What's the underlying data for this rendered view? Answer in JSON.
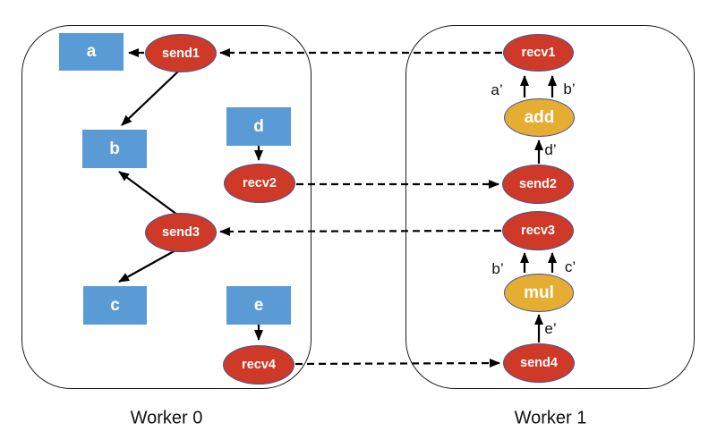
{
  "workers": [
    {
      "label": "Worker 0",
      "nodes": [
        {
          "id": "a",
          "label": "a",
          "shape": "rect",
          "color": "#5B9BD5"
        },
        {
          "id": "send1",
          "label": "send1",
          "shape": "ellipse",
          "color": "#CE3A27"
        },
        {
          "id": "b",
          "label": "b",
          "shape": "rect",
          "color": "#5B9BD5"
        },
        {
          "id": "d",
          "label": "d",
          "shape": "rect",
          "color": "#5B9BD5"
        },
        {
          "id": "recv2",
          "label": "recv2",
          "shape": "ellipse",
          "color": "#CE3A27"
        },
        {
          "id": "send3",
          "label": "send3",
          "shape": "ellipse",
          "color": "#CE3A27"
        },
        {
          "id": "c",
          "label": "c",
          "shape": "rect",
          "color": "#5B9BD5"
        },
        {
          "id": "e",
          "label": "e",
          "shape": "rect",
          "color": "#5B9BD5"
        },
        {
          "id": "recv4",
          "label": "recv4",
          "shape": "ellipse",
          "color": "#CE3A27"
        }
      ]
    },
    {
      "label": "Worker 1",
      "nodes": [
        {
          "id": "recv1",
          "label": "recv1",
          "shape": "ellipse",
          "color": "#CE3A27"
        },
        {
          "id": "add",
          "label": "add",
          "shape": "ellipse",
          "color": "#E5AE33"
        },
        {
          "id": "send2",
          "label": "send2",
          "shape": "ellipse",
          "color": "#CE3A27"
        },
        {
          "id": "recv3",
          "label": "recv3",
          "shape": "ellipse",
          "color": "#CE3A27"
        },
        {
          "id": "mul",
          "label": "mul",
          "shape": "ellipse",
          "color": "#E5AE33"
        },
        {
          "id": "send4",
          "label": "send4",
          "shape": "ellipse",
          "color": "#CE3A27"
        }
      ]
    }
  ],
  "edge_labels": [
    {
      "text": "a’",
      "near": "add-to-recv1-left"
    },
    {
      "text": "b’",
      "near": "add-to-recv1-right"
    },
    {
      "text": "d’",
      "near": "send2-to-add"
    },
    {
      "text": "b’",
      "near": "mul-to-recv3-left"
    },
    {
      "text": "c’",
      "near": "mul-to-recv3-right"
    },
    {
      "text": "e’",
      "near": "send4-to-mul"
    }
  ],
  "edges": [
    {
      "from": "send1",
      "to": "a",
      "style": "solid"
    },
    {
      "from": "send1",
      "to": "b",
      "style": "solid"
    },
    {
      "from": "d",
      "to": "recv2",
      "style": "solid"
    },
    {
      "from": "send3",
      "to": "b",
      "style": "solid"
    },
    {
      "from": "send3",
      "to": "c",
      "style": "solid"
    },
    {
      "from": "e",
      "to": "recv4",
      "style": "solid"
    },
    {
      "from": "recv1",
      "to": "send1",
      "style": "dashed"
    },
    {
      "from": "recv2",
      "to": "send2",
      "style": "dashed"
    },
    {
      "from": "recv3",
      "to": "send3",
      "style": "dashed"
    },
    {
      "from": "recv4",
      "to": "send4",
      "style": "dashed"
    },
    {
      "from": "add",
      "to": "recv1",
      "style": "solid",
      "label": "a’"
    },
    {
      "from": "add",
      "to": "recv1",
      "style": "solid",
      "label": "b’"
    },
    {
      "from": "send2",
      "to": "add",
      "style": "solid",
      "label": "d’"
    },
    {
      "from": "mul",
      "to": "recv3",
      "style": "solid",
      "label": "b’"
    },
    {
      "from": "mul",
      "to": "recv3",
      "style": "solid",
      "label": "c’"
    },
    {
      "from": "send4",
      "to": "mul",
      "style": "solid",
      "label": "e’"
    }
  ],
  "colors": {
    "tensor_blue": "#5B9BD5",
    "op_red": "#CE3A27",
    "op_gold": "#E5AE33",
    "ellipse_outline": "#44549B",
    "arrow": "#000000",
    "border": "#1a1a1a"
  }
}
